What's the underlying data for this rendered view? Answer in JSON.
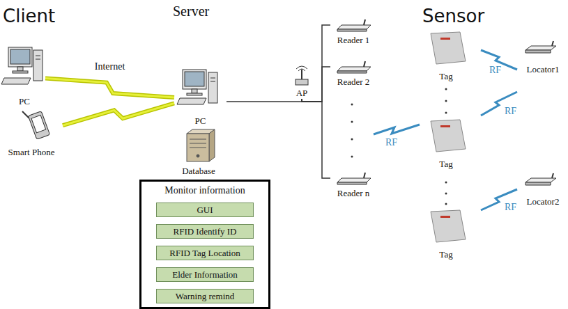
{
  "diagram": {
    "nodes": [
      {
        "text": [
          "PC"
        ]
      },
      {
        "text": [
          "Smart Phone"
        ]
      },
      {
        "text": [
          "PC"
        ]
      },
      {
        "text": [
          "Database"
        ]
      },
      {
        "text": [
          "Monitor information"
        ]
      },
      {
        "text": [
          "GUI"
        ],
        "in": 4
      },
      {
        "text": [
          "RFID Identify ID"
        ],
        "in": 4
      },
      {
        "text": [
          "RFID Tag Location"
        ],
        "in": 4
      },
      {
        "text": [
          "Elder Information"
        ],
        "in": 4
      },
      {
        "text": [
          "Warning remind"
        ],
        "in": 4
      },
      {
        "text": [
          "AP"
        ]
      },
      {
        "text": [
          "Reader 1"
        ]
      },
      {
        "text": [
          "Reader 2"
        ]
      },
      {
        "text": [
          "Reader n"
        ]
      },
      {
        "text": [
          "Tag"
        ]
      },
      {
        "text": [
          "Tag"
        ]
      },
      {
        "text": [
          "Tag"
        ]
      },
      {
        "text": [
          "Locator1"
        ]
      },
      {
        "text": [
          "Locator2"
        ]
      }
    ],
    "edges": [
      {
        "from": 0,
        "to": 2,
        "arrow": "none",
        "label": "Internet"
      },
      {
        "from": 1,
        "to": 2,
        "arrow": "none"
      },
      {
        "from": 2,
        "to": 10,
        "arrow": "none"
      },
      {
        "from": 10,
        "to": 11,
        "arrow": "none"
      },
      {
        "from": 10,
        "to": 12,
        "arrow": "none"
      },
      {
        "from": 10,
        "to": 13,
        "arrow": "none"
      }
    ],
    "labels": [
      "Client",
      "Server",
      "Sensor",
      "RF",
      "RF",
      "RF",
      "RF"
    ]
  }
}
